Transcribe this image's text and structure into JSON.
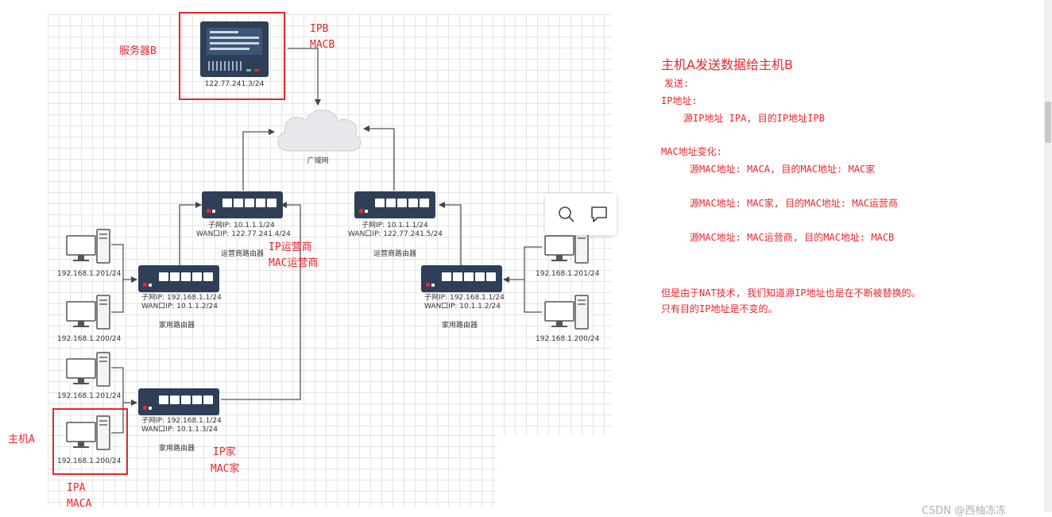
{
  "diagram": {
    "server_label": "服务器B",
    "server_ip": "122.77.241.3/24",
    "server_ipb": "IPB",
    "server_macb": "MACB",
    "cloud_label": "广域网",
    "isp_router_left": {
      "lan": "子网IP:  10.1.1.1/24",
      "wan": "WAN口IP:  122.77.241.4/24",
      "name": "运营商路由器"
    },
    "isp_router_right": {
      "lan": "子网IP:  10.1.1.1/24",
      "wan": "WAN口IP:  122.77.241.5/24",
      "name": "运营商路由器"
    },
    "isp_label_ip": "IP运营商",
    "isp_label_mac": "MAC运营商",
    "home_router_left_top": {
      "lan": "子网IP:  192.168.1.1/24",
      "wan": "WAN口IP:  10.1.1.2/24",
      "name": "家用路由器"
    },
    "home_router_left_bottom": {
      "lan": "子网IP:  192.168.1.1/24",
      "wan": "WAN口IP:  10.1.1.3/24",
      "name": "家用路由器"
    },
    "home_router_right": {
      "lan": "子网IP:  192.168.1.1/24",
      "wan": "WAN口IP:  10.1.1.2/24",
      "name": "家用路由器"
    },
    "pc_left_1": "192.168.1.201/24",
    "pc_left_2": "192.168.1.200/24",
    "pc_left_3": "192.168.1.201/24",
    "pc_left_4": "192.168.1.200/24",
    "pc_right_1": "192.168.1.201/24",
    "pc_right_2": "192.168.1.200/24",
    "host_a_label": "主机A",
    "ipa": "IPA",
    "maca": "MACA",
    "ip_home": "IP家",
    "mac_home": "MAC家"
  },
  "notes": {
    "title": "主机A发送数据给主机B",
    "send": "发送:",
    "ip_addr": "IP地址:",
    "ip_detail": "源IP地址 IPA, 目的IP地址IPB",
    "mac_change": "MAC地址变化:",
    "mac_1": "源MAC地址: MACA, 目的MAC地址: MAC家",
    "mac_2": "源MAC地址: MAC家, 目的MAC地址: MAC运营商",
    "mac_3": "源MAC地址: MAC运营商, 目的MAC地址: MACB",
    "nat_1": "但是由于NAT技术, 我们知道源IP地址也是在不断被替换的。",
    "nat_2": "只有目的IP地址是不变的。"
  },
  "toolbar": {
    "search_icon": "search-icon",
    "comment_icon": "comment-icon"
  },
  "watermark": "CSDN @西柚冻冻"
}
